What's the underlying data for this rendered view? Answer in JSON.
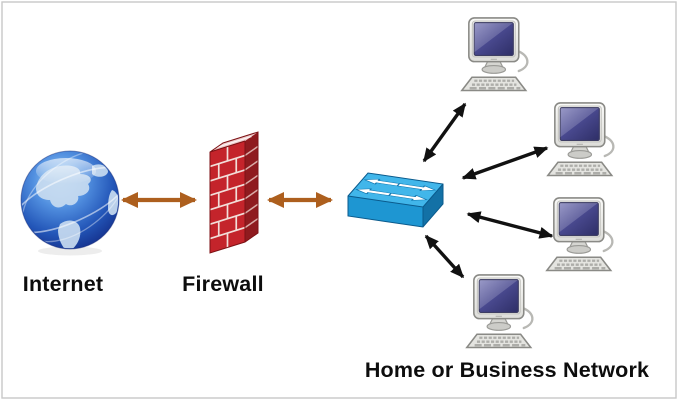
{
  "labels": {
    "internet": "Internet",
    "firewall": "Firewall",
    "network": "Home or Business Network"
  },
  "label_style": {
    "color": "#0d0d0d"
  },
  "icons": {
    "internet": "globe-icon",
    "firewall": "brick-wall-icon",
    "switch": "network-switch-icon",
    "computer": "desktop-computer-icon",
    "orange_connector": "double-arrow-icon",
    "black_connector": "double-arrow-icon"
  },
  "colors": {
    "connector_orange": "#ad5f1e",
    "connector_black": "#111111",
    "switch_top": "#41b6ea",
    "switch_front": "#1e96d2",
    "switch_side": "#1371a6",
    "brick_red": "#c4242b",
    "brick_side": "#8f1b1f",
    "brick_top": "#eecaca",
    "brick_mortar": "#f2ded9",
    "globe_blue": "#2a5fc4",
    "screen_navy": "#3c3c7e",
    "canvas_border": "#c8c8c8"
  },
  "computers": {
    "count": 4
  },
  "connectors": {
    "items": [
      {
        "from": "internet",
        "to": "firewall",
        "style": "orange",
        "bidirectional": true
      },
      {
        "from": "firewall",
        "to": "switch",
        "style": "orange",
        "bidirectional": true
      },
      {
        "from": "switch",
        "to": "computer-1",
        "style": "black",
        "bidirectional": true
      },
      {
        "from": "switch",
        "to": "computer-2",
        "style": "black",
        "bidirectional": true
      },
      {
        "from": "switch",
        "to": "computer-3",
        "style": "black",
        "bidirectional": true
      },
      {
        "from": "switch",
        "to": "computer-4",
        "style": "black",
        "bidirectional": true
      }
    ]
  }
}
